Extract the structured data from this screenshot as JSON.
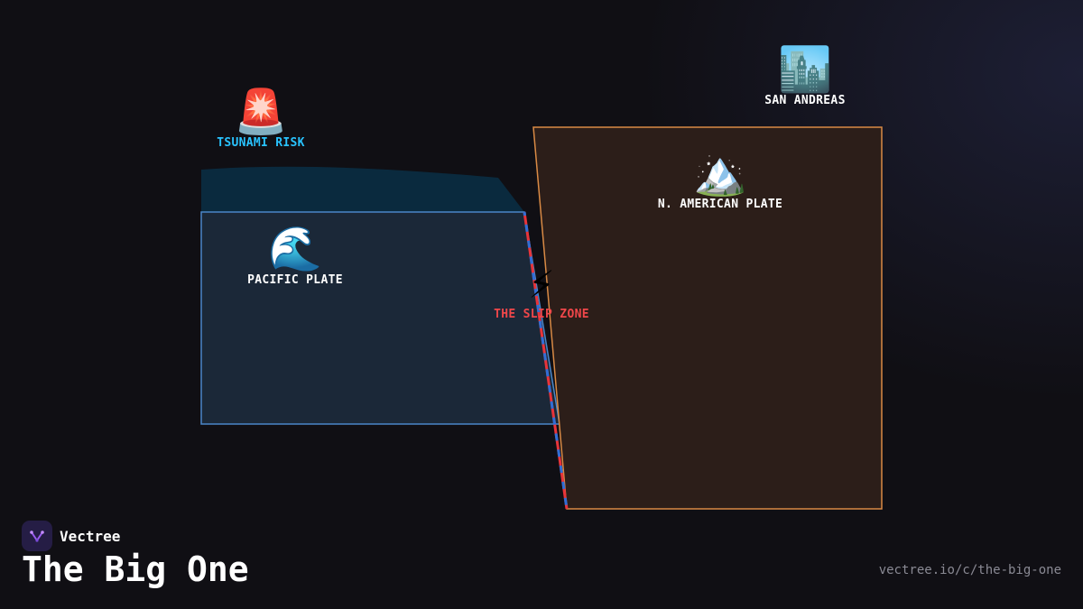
{
  "diagram": {
    "nodes": {
      "san_andreas": {
        "icon": "cityscape-icon",
        "label": "SAN ANDREAS",
        "color": "#ffffff"
      },
      "tsunami_risk": {
        "icon": "rotating-light-icon",
        "label": "TSUNAMI RISK",
        "color": "#29c3ff"
      },
      "pacific_plate": {
        "icon": "water-wave-icon",
        "label": "PACIFIC PLATE",
        "color": "#ffffff"
      },
      "n_american_plate": {
        "icon": "mountain-icon",
        "label": "N. AMERICAN PLATE",
        "color": "#ffffff"
      },
      "slip_zone": {
        "icon": "lightning-icon",
        "label": "THE SLIP ZONE",
        "color": "#f0474a"
      }
    },
    "colors": {
      "pacific_fill": "#1b2838",
      "pacific_stroke": "#4a86c8",
      "ocean_fill": "#0a2a3e",
      "american_fill": "#2c1e19",
      "american_stroke": "#d98a45",
      "fault": "#e8343a",
      "fault_dash": "#2f6fd6"
    }
  },
  "footer": {
    "brand": "Vectree",
    "title": "The Big One",
    "url": "vectree.io/c/the-big-one"
  }
}
